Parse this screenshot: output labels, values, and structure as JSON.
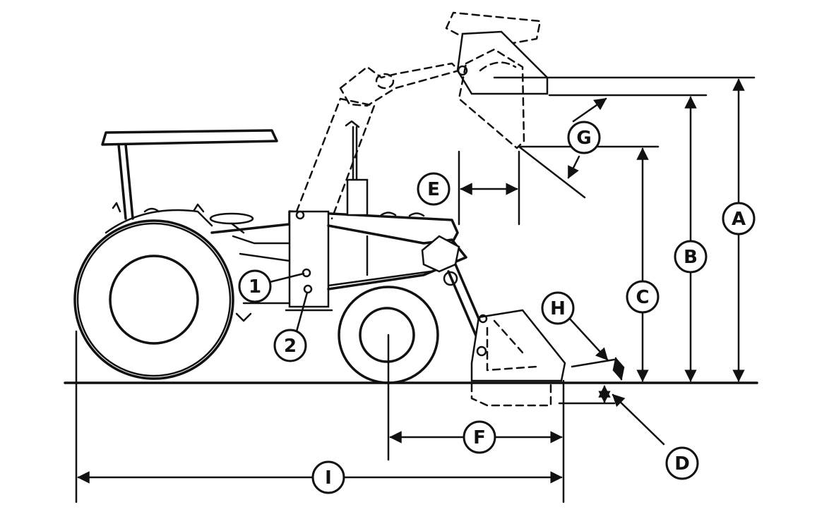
{
  "diagram": {
    "labels": {
      "A": "A",
      "B": "B",
      "C": "C",
      "D": "D",
      "E": "E",
      "F": "F",
      "G": "G",
      "H": "H",
      "I": "I",
      "1": "1",
      "2": "2"
    },
    "colors": {
      "ink": "#111111",
      "background": "#ffffff"
    }
  }
}
